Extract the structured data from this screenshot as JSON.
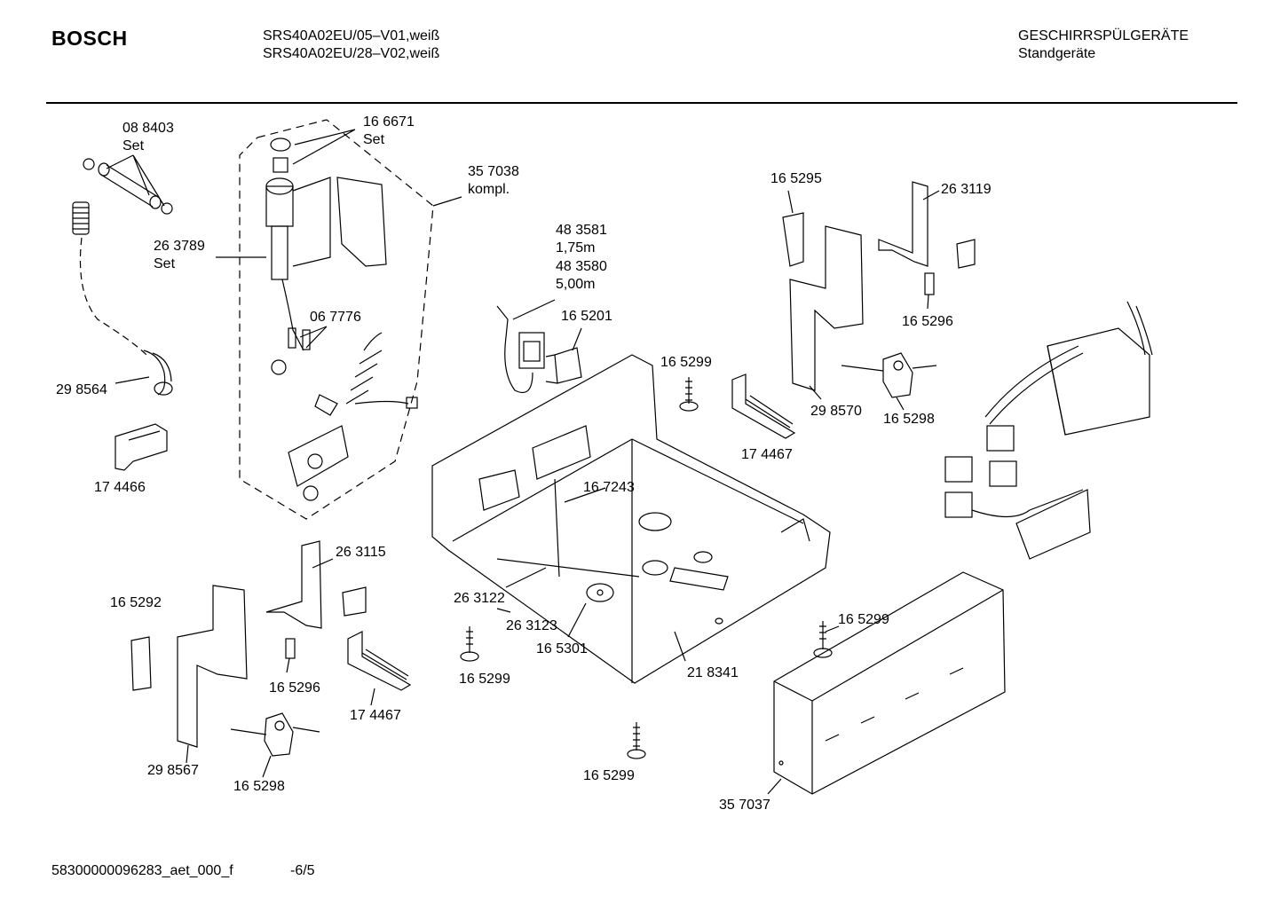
{
  "header": {
    "brand": "BOSCH",
    "model_lines": [
      "SRS40A02EU/05–V01,weiß",
      "SRS40A02EU/28–V02,weiß"
    ],
    "category_lines": [
      "GESCHIRRSPÜLGERÄTE",
      "Standgeräte"
    ]
  },
  "parts": [
    {
      "lines": [
        "08 8403",
        "Set"
      ]
    },
    {
      "lines": [
        "16 6671",
        "Set"
      ]
    },
    {
      "lines": [
        "35 7038",
        "kompl."
      ]
    },
    {
      "lines": [
        "26 3789",
        "Set"
      ]
    },
    {
      "lines": [
        "06 7776"
      ]
    },
    {
      "lines": [
        "29 8564"
      ]
    },
    {
      "lines": [
        "17 4466"
      ]
    },
    {
      "lines": [
        "48 3581",
        "1,75m",
        "48 3580",
        "5,00m"
      ]
    },
    {
      "lines": [
        "16 5201"
      ]
    },
    {
      "lines": [
        "16 5299"
      ]
    },
    {
      "lines": [
        "17 4467"
      ]
    },
    {
      "lines": [
        "16 5295"
      ]
    },
    {
      "lines": [
        "26 3119"
      ]
    },
    {
      "lines": [
        "16 5296"
      ]
    },
    {
      "lines": [
        "29 8570"
      ]
    },
    {
      "lines": [
        "16 5298"
      ]
    },
    {
      "lines": [
        "16 7243"
      ]
    },
    {
      "lines": [
        "26 3115"
      ]
    },
    {
      "lines": [
        "16 5292"
      ]
    },
    {
      "lines": [
        "16 5296"
      ]
    },
    {
      "lines": [
        "17 4467"
      ]
    },
    {
      "lines": [
        "29 8567"
      ]
    },
    {
      "lines": [
        "16 5298"
      ]
    },
    {
      "lines": [
        "26 3122"
      ]
    },
    {
      "lines": [
        "26 3123"
      ]
    },
    {
      "lines": [
        "16 5301"
      ]
    },
    {
      "lines": [
        "16 5299"
      ]
    },
    {
      "lines": [
        "21 8341"
      ]
    },
    {
      "lines": [
        "16 5299"
      ]
    },
    {
      "lines": [
        "16 5299"
      ]
    },
    {
      "lines": [
        "35 7037"
      ]
    }
  ],
  "footer": {
    "doc_code": "58300000096283_aet_000_f",
    "page": "-6/5"
  }
}
